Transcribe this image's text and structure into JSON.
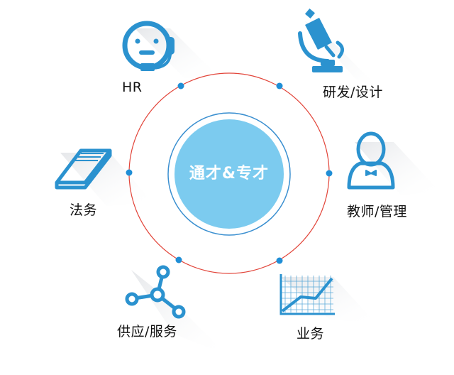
{
  "center": {
    "label": "通才&专才"
  },
  "nodes": [
    {
      "id": "hr",
      "label": "HR",
      "icon": "headset-person-icon"
    },
    {
      "id": "rd",
      "label": "研发/设计",
      "icon": "microscope-icon"
    },
    {
      "id": "teacher",
      "label": "教师/管理",
      "icon": "teacher-person-icon"
    },
    {
      "id": "business",
      "label": "业务",
      "icon": "growth-chart-icon"
    },
    {
      "id": "supply",
      "label": "供应/服务",
      "icon": "network-nodes-icon"
    },
    {
      "id": "legal",
      "label": "法务",
      "icon": "book-icon"
    }
  ],
  "colors": {
    "icon": "#2b92cf",
    "ring_dots": "#1f8ed6",
    "outer_ring": "#e2453a",
    "inner_ring": "#3a8fd0",
    "center_fill": "#7ccbef",
    "shadow": "#e9eaec"
  }
}
